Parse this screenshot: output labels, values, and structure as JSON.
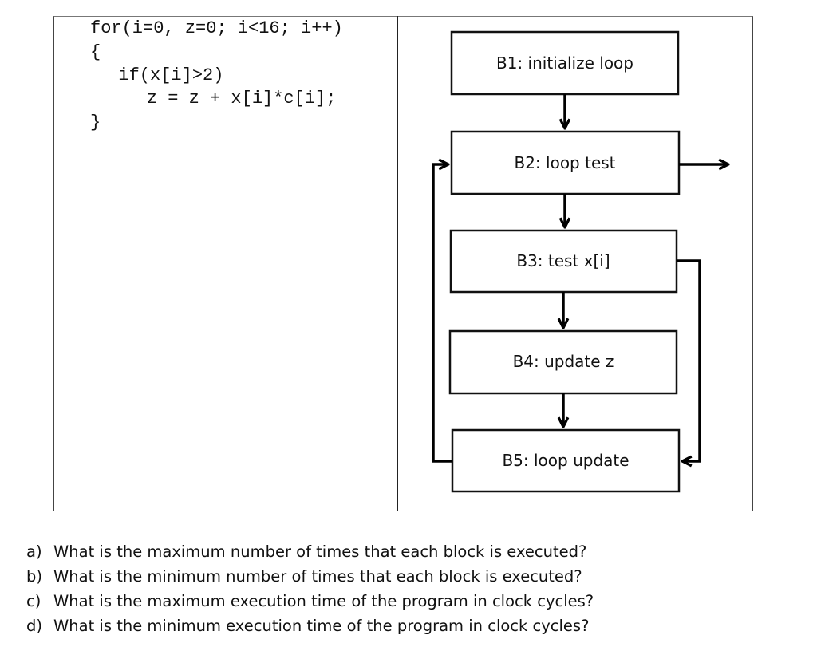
{
  "code": {
    "lines": [
      "for(i=0, z=0; i<16; i++)",
      "{",
      "  if(x[i]>2)",
      "    z = z + x[i]*c[i];",
      "}"
    ]
  },
  "flowchart": {
    "blocks": [
      {
        "id": "B1",
        "label": "B1: initialize loop"
      },
      {
        "id": "B2",
        "label": "B2: loop test"
      },
      {
        "id": "B3",
        "label": "B3: test x[i]"
      },
      {
        "id": "B4",
        "label": "B4: update z"
      },
      {
        "id": "B5",
        "label": "B5: loop update"
      }
    ],
    "edges": [
      {
        "from": "B1",
        "to": "B2"
      },
      {
        "from": "B2",
        "to": "B3"
      },
      {
        "from": "B2",
        "to": "exit"
      },
      {
        "from": "B3",
        "to": "B4"
      },
      {
        "from": "B3",
        "to": "B5"
      },
      {
        "from": "B4",
        "to": "B5"
      },
      {
        "from": "B5",
        "to": "B2"
      }
    ]
  },
  "questions": [
    {
      "letter": "a)",
      "text": "What is the maximum number of times that each block is executed?"
    },
    {
      "letter": "b)",
      "text": "What is the minimum number of times that each block is executed?"
    },
    {
      "letter": "c)",
      "text": "What is the maximum execution time of the program in clock cycles?"
    },
    {
      "letter": "d)",
      "text": "What is the minimum execution time of the program in clock cycles?"
    }
  ]
}
